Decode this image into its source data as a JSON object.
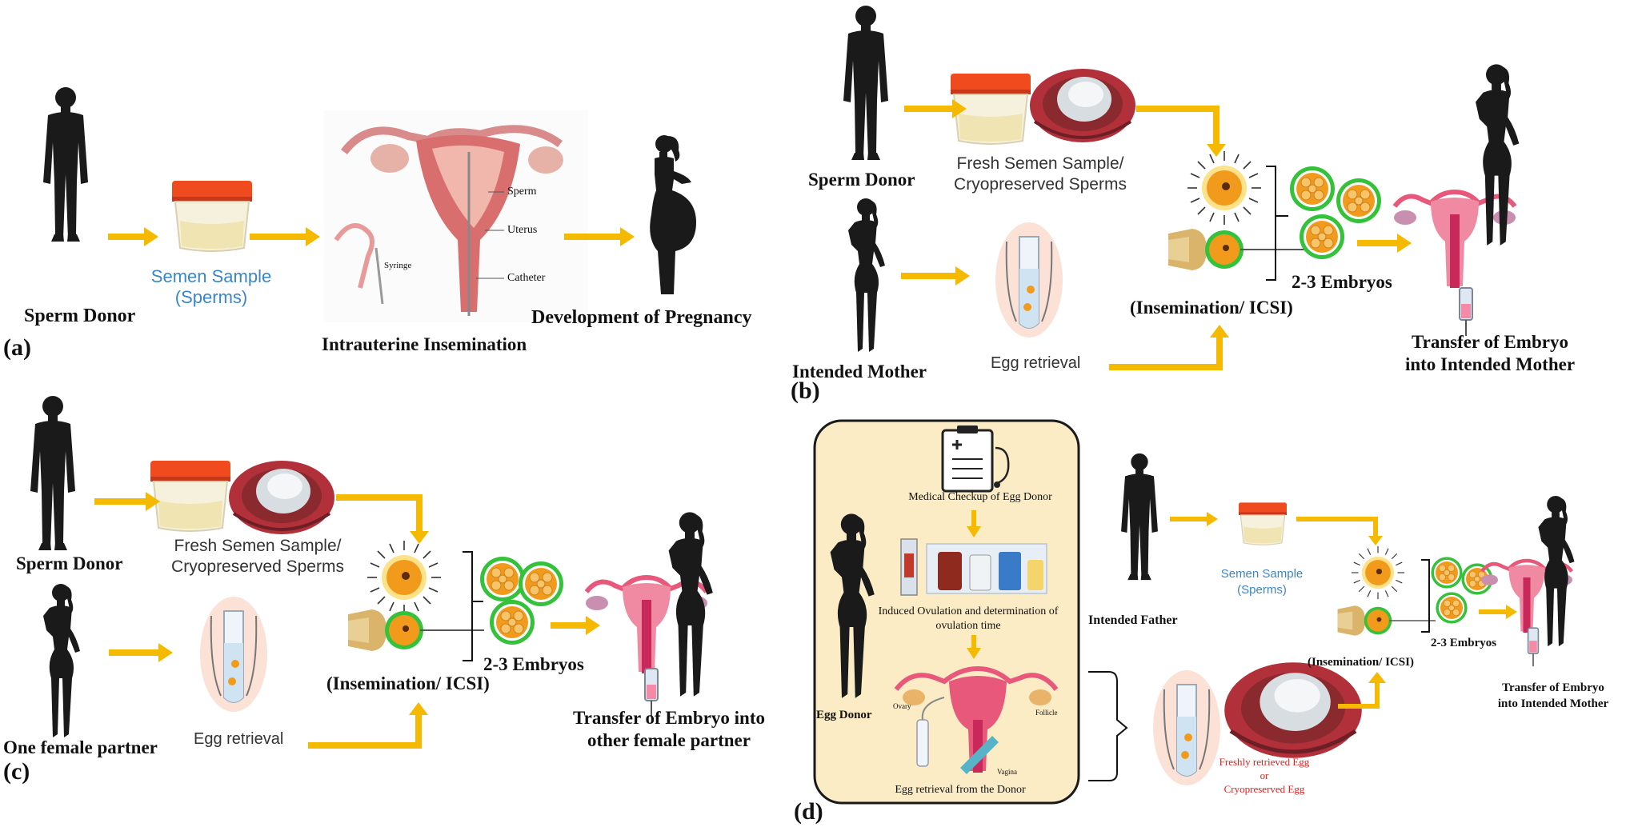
{
  "colors": {
    "arrow": "#f5b900",
    "silhouette": "#1a1a1a",
    "jar_lid": "#f04a1f",
    "embryo_ring": "#35c23b",
    "embryo_core": "#f29a1c",
    "uterus": "#e8587a",
    "panel_bg": "#fbecc6",
    "semen_text": "#3a86c8",
    "freshly_text": "#e0211f"
  },
  "panel_a": {
    "letter": "(a)",
    "sperm_donor": "Sperm Donor",
    "semen_sample": "Semen Sample\n(Sperms)",
    "label_sperm": "Sperm",
    "label_uterus": "Uterus",
    "label_catheter": "Catheter",
    "label_syringe": "Syringe",
    "intrauterine": "Intrauterine Insemination",
    "pregnancy": "Development of Pregnancy"
  },
  "panel_b": {
    "letter": "(b)",
    "sperm_donor": "Sperm Donor",
    "fresh_semen": "Fresh Semen Sample/\nCryopreserved Sperms",
    "intended_mother": "Intended Mother",
    "egg_retrieval": "Egg retrieval",
    "insemination": "(Insemination/ ICSI)",
    "embryos": "2-3 Embryos",
    "transfer": "Transfer of Embryo\ninto Intended Mother"
  },
  "panel_c": {
    "letter": "(c)",
    "sperm_donor": "Sperm Donor",
    "fresh_semen": "Fresh Semen Sample/\nCryopreserved Sperms",
    "female_partner": "One female partner",
    "egg_retrieval": "Egg retrieval",
    "insemination": "(Insemination/ ICSI)",
    "embryos": "2-3 Embryos",
    "transfer": "Transfer of Embryo into\nother female partner"
  },
  "panel_d": {
    "letter": "(d)",
    "medical_checkup": "Medical Checkup of Egg Donor",
    "induced_ovulation": "Induced Ovulation and determination of\novulation time",
    "egg_donor": "Egg Donor",
    "label_ovary": "Ovary",
    "label_follicle": "Follicle",
    "label_vagina": "Vagina",
    "egg_retrieval_donor": "Egg retrieval from the Donor",
    "intended_father": "Intended Father",
    "semen_sample": "Semen Sample\n(Sperms)",
    "freshly": "Freshly retrieved Egg\nor\nCryopreserved Egg",
    "insemination": "(Insemination/ ICSI)",
    "embryos": "2-3 Embryos",
    "transfer": "Transfer of Embryo\ninto Intended Mother"
  }
}
